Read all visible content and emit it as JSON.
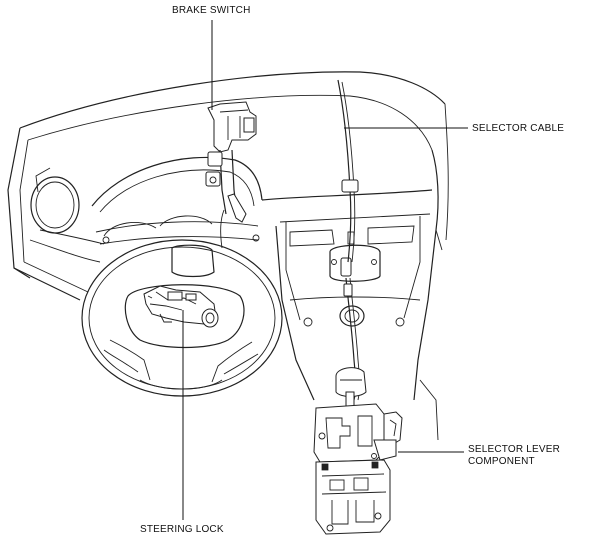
{
  "labels": {
    "brake_switch": "BRAKE SWITCH",
    "selector_cable": "SELECTOR CABLE",
    "selector_lever_line1": "SELECTOR LEVER",
    "selector_lever_line2": "COMPONENT",
    "steering_lock": "STEERING LOCK"
  }
}
